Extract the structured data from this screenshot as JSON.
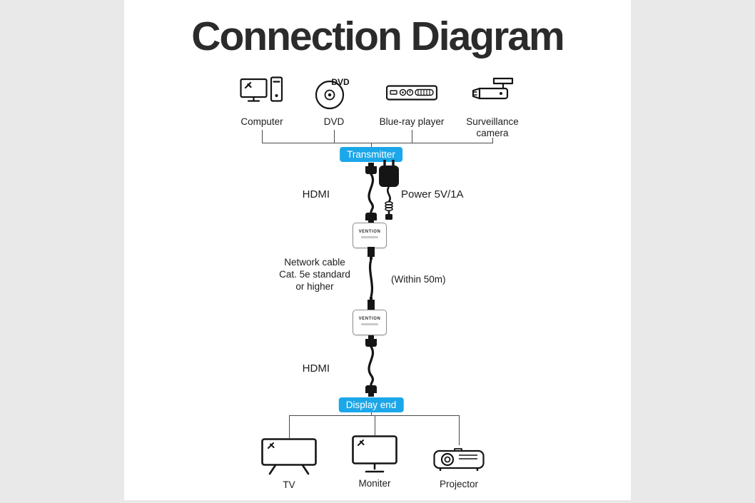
{
  "title": "Connection Diagram",
  "colors": {
    "accent_blue": "#1BA7E9",
    "line": "#4A4A4A",
    "ink": "#151515",
    "panel_bg": "#FFFFFF",
    "margin_bg": "#E9E9E9"
  },
  "sources": [
    {
      "label": "Computer"
    },
    {
      "label": "DVD",
      "icon_text": "DVD"
    },
    {
      "label": "Blue-ray player"
    },
    {
      "label": "Surveillance camera"
    }
  ],
  "chain": {
    "transmitter_badge": "Transmitter",
    "hdmi_top": "HDMI",
    "power": "Power 5V/1A",
    "network_cable": "Network cable\nCat. 5e standard\nor higher",
    "within": "(Within 50m)",
    "hdmi_bottom": "HDMI",
    "display_badge": "Display end"
  },
  "device_box": {
    "brand": "VENTION"
  },
  "displays": [
    {
      "label": "TV"
    },
    {
      "label": "Moniter"
    },
    {
      "label": "Projector"
    }
  ]
}
